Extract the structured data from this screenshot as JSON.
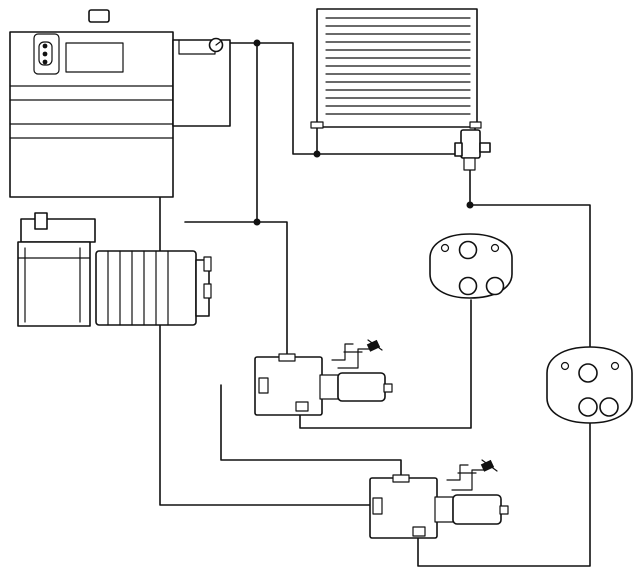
{
  "diagram": {
    "type": "hydraulic-schematic",
    "components": [
      "fluid-reservoir",
      "pump-motor-assembly",
      "oil-cooler",
      "check-valve",
      "hydraulic-motor",
      "hydraulic-motor",
      "solenoid-valve",
      "solenoid-valve",
      "pressure-gauge"
    ],
    "colors": {
      "line": "#111111",
      "background": "#ffffff"
    }
  }
}
